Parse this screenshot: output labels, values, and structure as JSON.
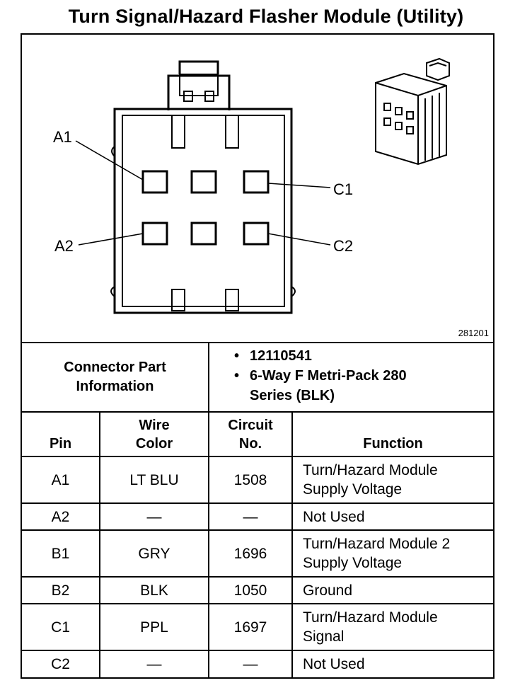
{
  "title": "Turn Signal/Hazard Flasher Module (Utility)",
  "diagram": {
    "callouts": [
      "A1",
      "A2",
      "C1",
      "C2"
    ],
    "figure_number": "281201"
  },
  "connector_info": {
    "label": "Connector Part Information",
    "items": [
      "12110541",
      "6-Way F Metri-Pack 280 Series (BLK)"
    ]
  },
  "table": {
    "headers": [
      "Pin",
      "Wire Color",
      "Circuit No.",
      "Function"
    ],
    "rows": [
      {
        "pin": "A1",
        "wire": "LT BLU",
        "circuit": "1508",
        "function": "Turn/Hazard Module Supply Voltage"
      },
      {
        "pin": "A2",
        "wire": "—",
        "circuit": "—",
        "function": "Not Used"
      },
      {
        "pin": "B1",
        "wire": "GRY",
        "circuit": "1696",
        "function": "Turn/Hazard Module 2 Supply Voltage"
      },
      {
        "pin": "B2",
        "wire": "BLK",
        "circuit": "1050",
        "function": "Ground"
      },
      {
        "pin": "C1",
        "wire": "PPL",
        "circuit": "1697",
        "function": "Turn/Hazard Module Signal"
      },
      {
        "pin": "C2",
        "wire": "—",
        "circuit": "—",
        "function": "Not Used"
      }
    ]
  }
}
